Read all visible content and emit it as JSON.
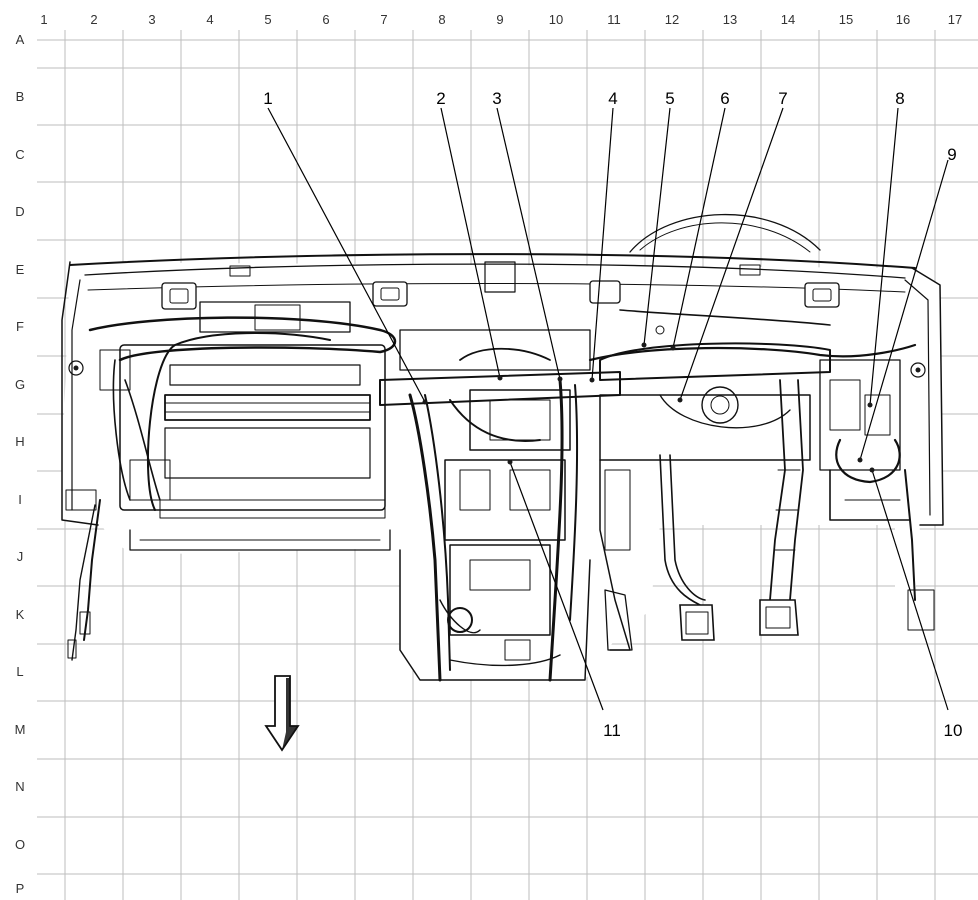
{
  "grid": {
    "columns": [
      "1",
      "2",
      "3",
      "4",
      "5",
      "6",
      "7",
      "8",
      "9",
      "10",
      "11",
      "12",
      "13",
      "14",
      "15",
      "16",
      "17"
    ],
    "rows": [
      "A",
      "B",
      "C",
      "D",
      "E",
      "F",
      "G",
      "H",
      "I",
      "J",
      "K",
      "L",
      "M",
      "N",
      "O",
      "P"
    ]
  },
  "callouts": [
    "1",
    "2",
    "3",
    "4",
    "5",
    "6",
    "7",
    "8",
    "9",
    "10",
    "11"
  ],
  "orientation_arrow": "down-arrow-icon"
}
